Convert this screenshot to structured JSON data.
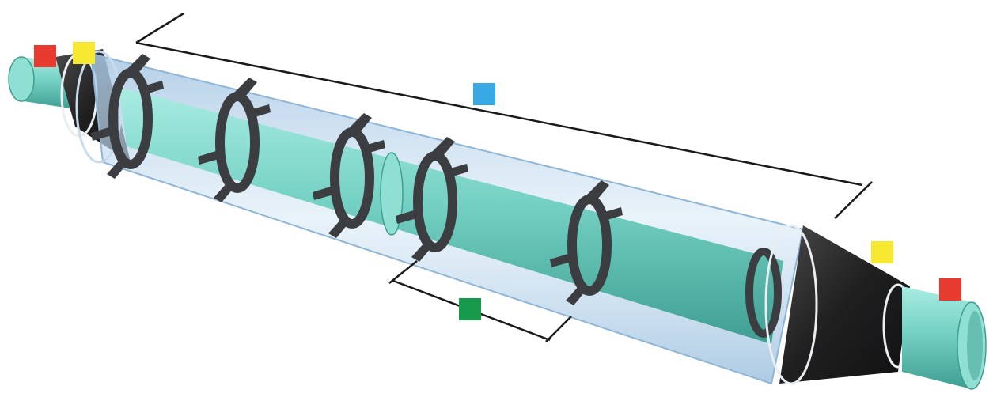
{
  "colors": {
    "carrier_pipe": "#7fd3c6",
    "carrier_pipe_shade": "#3f9e92",
    "casing_pipe": "#b7d4ea",
    "end_seal": "#2a2a2a",
    "spacer": "#3c3d40",
    "dimension_line": "#1a1a1a"
  },
  "markers": [
    {
      "name": "carrier-pipe-end-marker-left",
      "color": "#e63b2e"
    },
    {
      "name": "end-seal-marker-left",
      "color": "#f6e731"
    },
    {
      "name": "casing-length-marker",
      "color": "#39a9e5"
    },
    {
      "name": "spacer-interval-marker",
      "color": "#179a4c"
    },
    {
      "name": "end-seal-marker-right",
      "color": "#f6e731"
    },
    {
      "name": "carrier-pipe-end-marker-right",
      "color": "#e63b2e"
    }
  ],
  "icons": [
    "carrier-pipe",
    "casing-pipe",
    "casing-spacer",
    "end-seal",
    "dimension-line"
  ]
}
